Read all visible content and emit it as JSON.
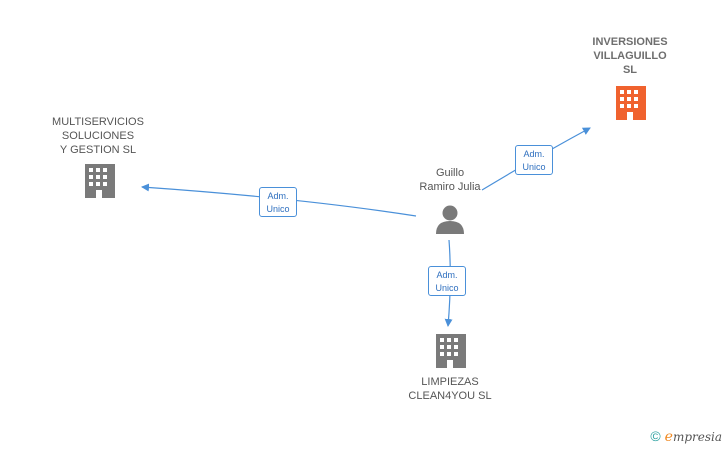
{
  "nodes": {
    "center": {
      "name_line1": "Guillo",
      "name_line2": "Ramiro Julia"
    },
    "left": {
      "line1": "MULTISERVICIOS",
      "line2": "SOLUCIONES",
      "line3": "Y GESTION  SL"
    },
    "topright": {
      "line1": "INVERSIONES",
      "line2": "VILLAGUILLO",
      "line3": "SL"
    },
    "bottom": {
      "line1": "LIMPIEZAS",
      "line2": "CLEAN4YOU SL"
    }
  },
  "roles": {
    "left": {
      "line1": "Adm.",
      "line2": "Unico"
    },
    "topright": {
      "line1": "Adm.",
      "line2": "Unico"
    },
    "bottom": {
      "line1": "Adm.",
      "line2": "Unico"
    }
  },
  "footer": {
    "copyright": "©",
    "brand_initial": "e",
    "brand_rest": "mpresia"
  },
  "colors": {
    "edge": "#4a90d9",
    "company_default": "#7a7a7a",
    "company_highlight": "#f0622e",
    "person": "#7a7a7a"
  }
}
